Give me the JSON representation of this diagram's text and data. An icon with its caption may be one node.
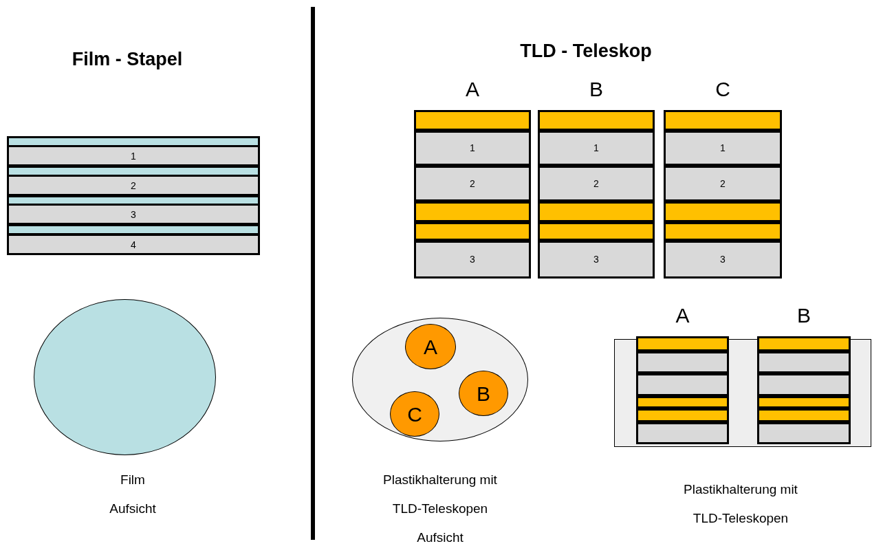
{
  "diagram": {
    "nodes": [
      {
        "text": [
          "1"
        ]
      },
      {
        "text": [
          "2"
        ]
      },
      {
        "text": [
          "3"
        ]
      },
      {
        "text": [
          "4"
        ]
      },
      {
        "text": [],
        "shape": "circle",
        "beside": [
          "Film",
          "Aufsicht"
        ]
      },
      {
        "text": [
          "A"
        ]
      },
      {
        "text": [],
        "shape": "bar",
        "in": 5
      },
      {
        "text": [
          "1"
        ],
        "in": 5
      },
      {
        "text": [
          "2"
        ],
        "in": 5
      },
      {
        "text": [],
        "shape": "bar",
        "in": 5
      },
      {
        "text": [],
        "shape": "bar",
        "in": 5
      },
      {
        "text": [
          "3"
        ],
        "in": 5
      },
      {
        "text": [
          "B"
        ]
      },
      {
        "text": [],
        "shape": "bar",
        "in": 12
      },
      {
        "text": [
          "1"
        ],
        "in": 12
      },
      {
        "text": [
          "2"
        ],
        "in": 12
      },
      {
        "text": [],
        "shape": "bar",
        "in": 12
      },
      {
        "text": [],
        "shape": "bar",
        "in": 12
      },
      {
        "text": [
          "3"
        ],
        "in": 12
      },
      {
        "text": [
          "C"
        ]
      },
      {
        "text": [],
        "shape": "bar",
        "in": 19
      },
      {
        "text": [
          "1"
        ],
        "in": 19
      },
      {
        "text": [
          "2"
        ],
        "in": 19
      },
      {
        "text": [],
        "shape": "bar",
        "in": 19
      },
      {
        "text": [],
        "shape": "bar",
        "in": 19
      },
      {
        "text": [
          "3"
        ],
        "in": 19
      },
      {
        "text": [],
        "shape": "circle",
        "beside": [
          "Plastikhalterung mit TLD-Teleskopen",
          "Aufsicht"
        ]
      },
      {
        "text": [
          "A"
        ],
        "in": 26
      },
      {
        "text": [
          "B"
        ],
        "in": 26
      },
      {
        "text": [
          "C"
        ],
        "in": 26
      },
      {
        "text": [],
        "shape": "box",
        "beside": [
          "Plastikhalterung mit TLD-Teleskopen"
        ]
      },
      {
        "text": [
          "A"
        ]
      },
      {
        "text": [],
        "shape": "bar",
        "in": 31
      },
      {
        "text": [],
        "shape": "box",
        "in": 31
      },
      {
        "text": [],
        "shape": "box",
        "in": 31
      },
      {
        "text": [],
        "shape": "bar",
        "in": 31
      },
      {
        "text": [],
        "shape": "bar",
        "in": 31
      },
      {
        "text": [],
        "shape": "box",
        "in": 31
      },
      {
        "text": [
          "B"
        ]
      },
      {
        "text": [],
        "shape": "bar",
        "in": 38
      },
      {
        "text": [],
        "shape": "box",
        "in": 38
      },
      {
        "text": [],
        "shape": "box",
        "in": 38
      },
      {
        "text": [],
        "shape": "bar",
        "in": 38
      },
      {
        "text": [],
        "shape": "bar",
        "in": 38
      },
      {
        "text": [],
        "shape": "box",
        "in": 38
      }
    ],
    "edges": [],
    "labels": [
      "Film - Stapel",
      "TLD - Teleskop"
    ]
  }
}
